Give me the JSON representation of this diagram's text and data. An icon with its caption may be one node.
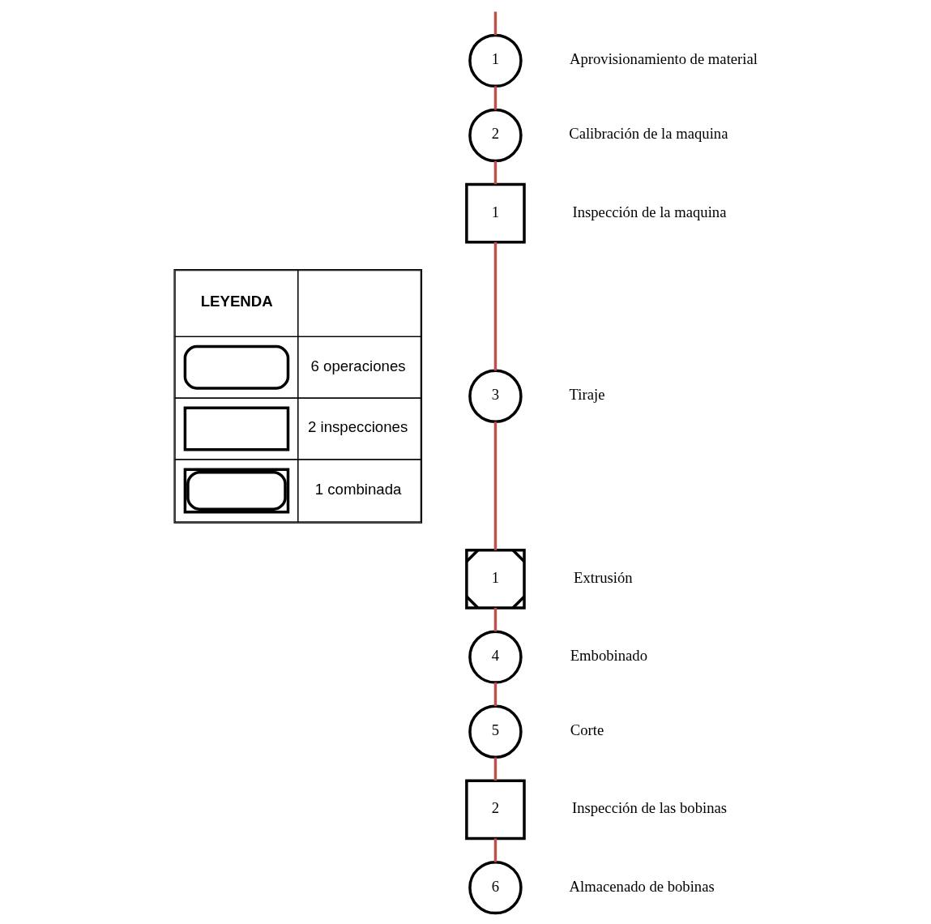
{
  "diagram": {
    "nodes": [
      {
        "text": [
          "1"
        ],
        "beside": [
          "Aprovisionamiento de material"
        ]
      },
      {
        "text": [
          "2"
        ],
        "beside": [
          "Calibración de la maquina"
        ]
      },
      {
        "text": [
          "1"
        ],
        "beside": [
          "Inspección de la maquina"
        ]
      },
      {
        "text": [
          "3"
        ],
        "beside": [
          "Tiraje"
        ]
      },
      {
        "text": [
          "1"
        ],
        "beside": [
          "Extrusión"
        ]
      },
      {
        "text": [
          "4"
        ],
        "beside": [
          "Embobinado"
        ]
      },
      {
        "text": [
          "5"
        ],
        "beside": [
          "Corte"
        ]
      },
      {
        "text": [
          "2"
        ],
        "beside": [
          "Inspección de las bobinas"
        ]
      },
      {
        "text": [
          "6"
        ],
        "beside": [
          "Almacenado de bobinas"
        ]
      }
    ],
    "edges": [
      {
        "from": null,
        "to": 0,
        "arrow": "none"
      },
      {
        "from": 0,
        "to": 1,
        "arrow": "none"
      },
      {
        "from": 1,
        "to": 2,
        "arrow": "none"
      },
      {
        "from": 2,
        "to": 3,
        "arrow": "none"
      },
      {
        "from": 3,
        "to": 4,
        "arrow": "none"
      },
      {
        "from": 4,
        "to": 5,
        "arrow": "none"
      },
      {
        "from": 5,
        "to": 6,
        "arrow": "none"
      },
      {
        "from": 6,
        "to": 7,
        "arrow": "none"
      },
      {
        "from": 7,
        "to": 8,
        "arrow": "none"
      }
    ],
    "labels": [
      "LEYENDA"
    ],
    "legend": [
      {
        "text": "6 operaciones"
      },
      {
        "text": "2 inspecciones"
      },
      {
        "text": "1 combinada"
      }
    ]
  }
}
